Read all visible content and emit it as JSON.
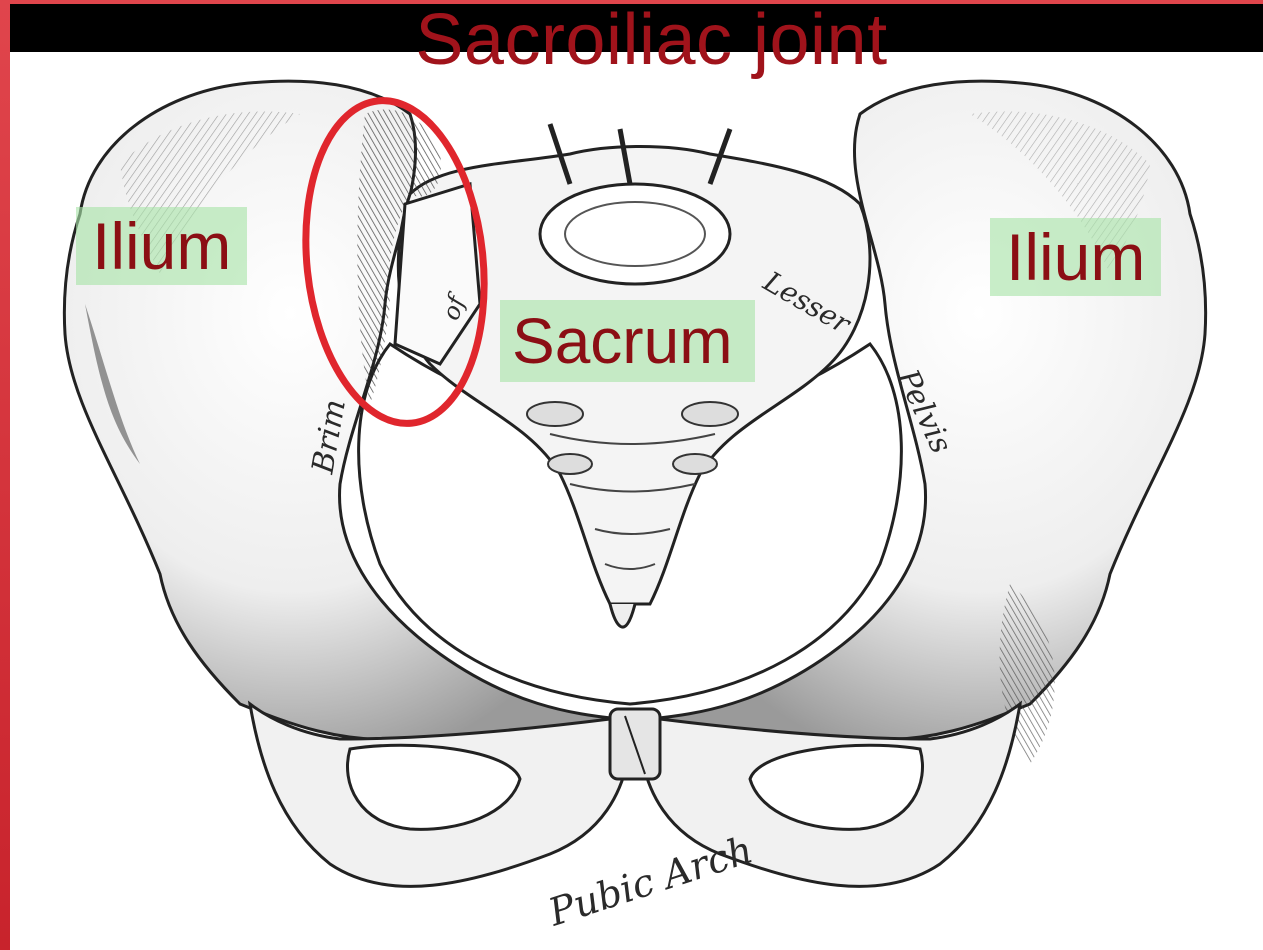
{
  "title": "Sacroiliac joint",
  "labels": {
    "ilium_left": "Ilium",
    "ilium_right": "Ilium",
    "sacrum": "Sacrum"
  },
  "engraving_text": {
    "brim": "Brim",
    "of": "of",
    "lesser": "Lesser",
    "pelvis": "Pelvis",
    "pubic_arch": "Pubic Arch"
  },
  "colors": {
    "frame": "#d7343c",
    "title_bar": "#000000",
    "title_text": "#a0131b",
    "label_text": "#8b0f14",
    "label_highlight": "#a8e4a8",
    "joint_ellipse": "#e0262d",
    "bone_ink": "#222222"
  }
}
